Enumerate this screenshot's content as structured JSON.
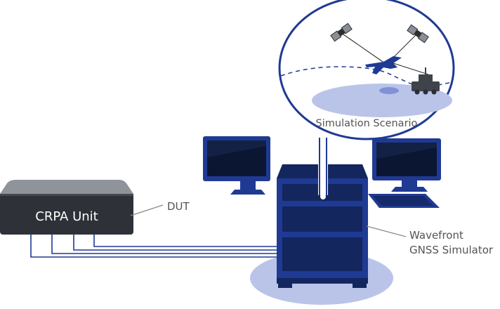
{
  "labels": {
    "crpa_unit": "CRPA Unit",
    "dut": "DUT",
    "simulator_line1": "Wavefront",
    "simulator_line2": "GNSS Simulator",
    "scenario": "Simulation Scenario"
  },
  "colors": {
    "navy": "#1f3a93",
    "navy_dark": "#13265e",
    "blue_light": "#b9c4e8",
    "blue_mid": "#7f92d6",
    "screen": "#0b1633",
    "crpa_top": "#8f949a",
    "crpa_body": "#2e3138",
    "gray_text": "#545454",
    "line_gray": "#8a8a8a"
  },
  "icons": {
    "satellite": "satellite-icon",
    "aircraft": "aircraft-icon",
    "vehicle": "military-vehicle-icon",
    "monitor": "monitor-icon",
    "keyboard": "keyboard-icon"
  }
}
